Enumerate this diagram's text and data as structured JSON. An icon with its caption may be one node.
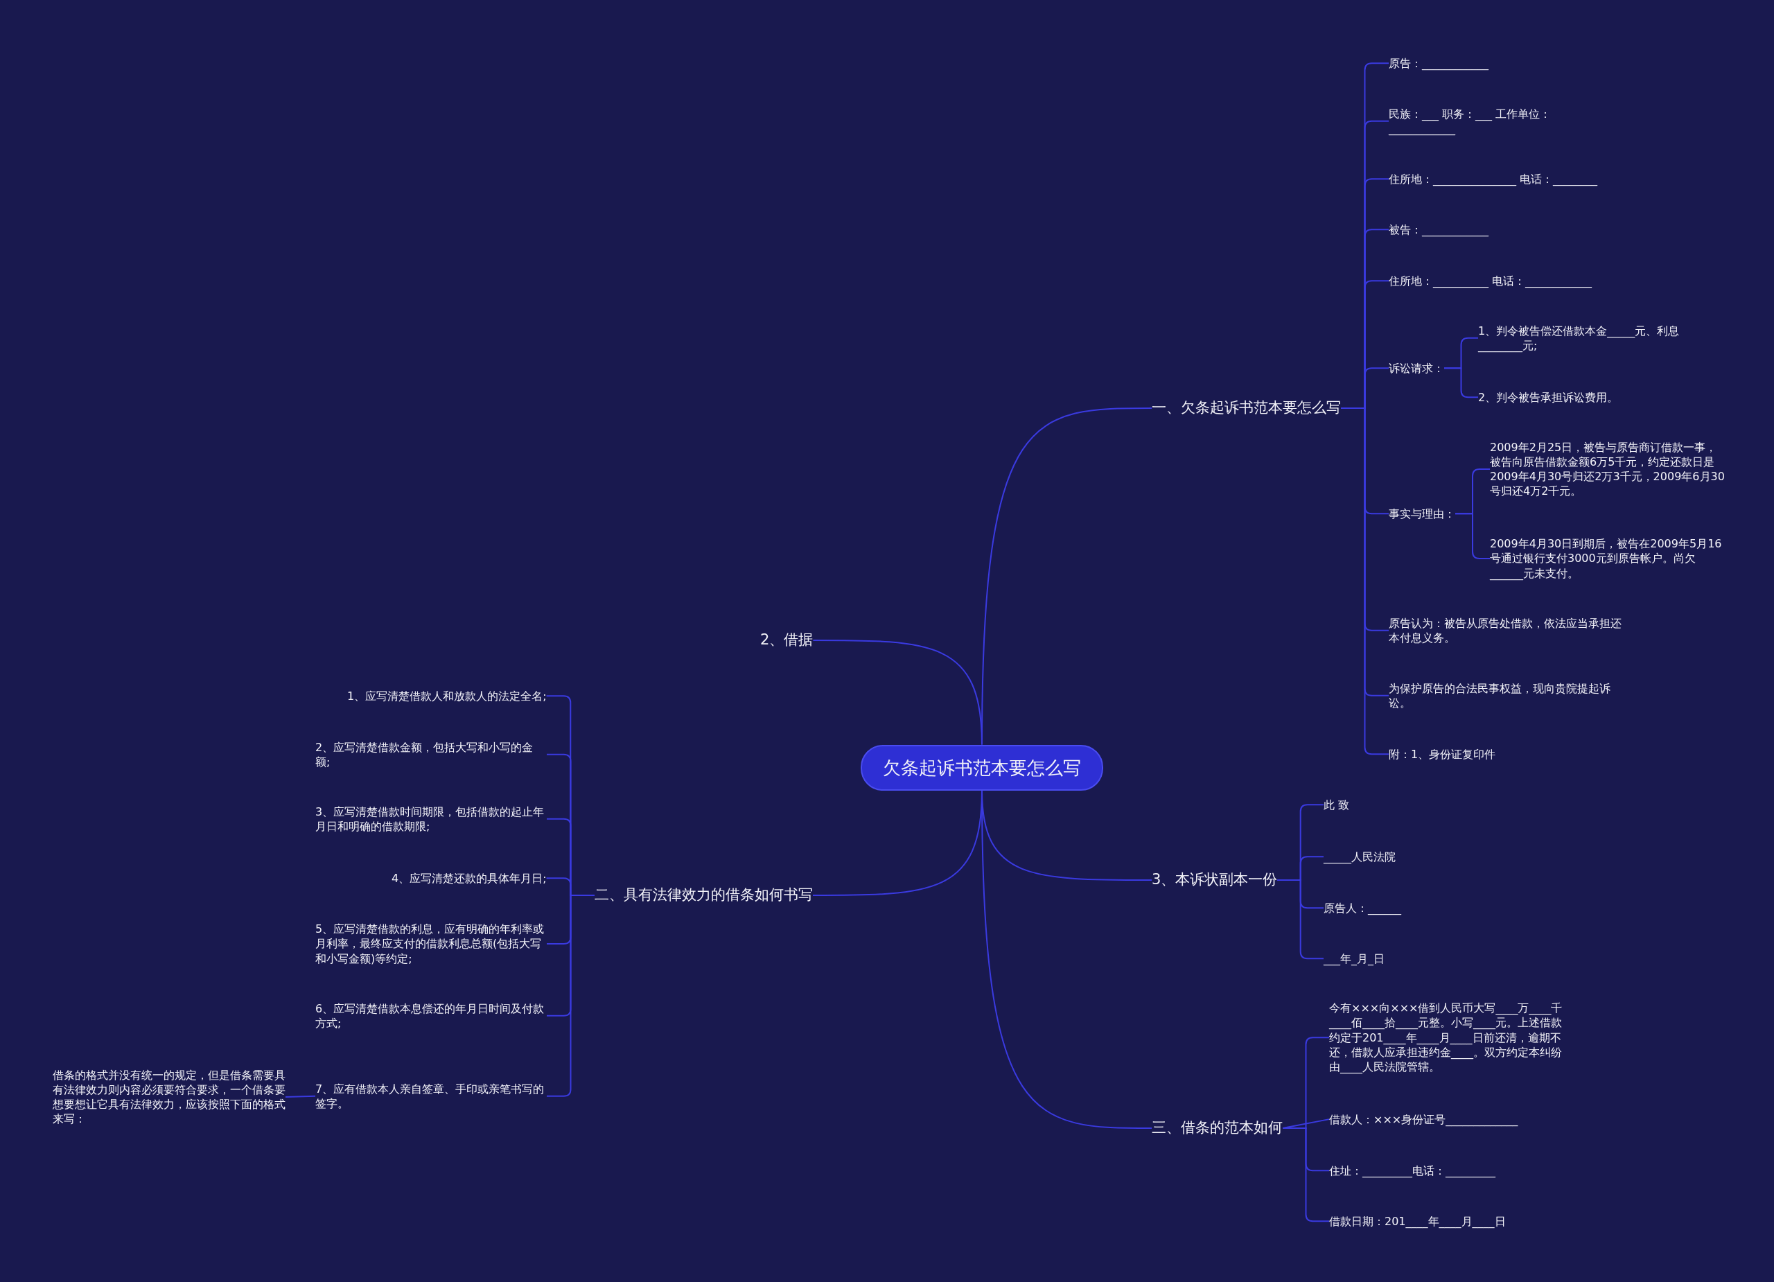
{
  "diagram": {
    "nodes": [
      {
        "text": [
          "欠条起诉书范本要怎么写"
        ]
      },
      {
        "text": [
          "一、欠条起诉书范本要怎么写"
        ]
      },
      {
        "text": [
          "原告：____________"
        ]
      },
      {
        "text": [
          "民族：___ 职务：___ 工作单位：____________"
        ]
      },
      {
        "text": [
          "住所地：_______________ 电话：________"
        ]
      },
      {
        "text": [
          "被告：____________"
        ]
      },
      {
        "text": [
          "住所地：__________ 电话：____________"
        ]
      },
      {
        "text": [
          "诉讼请求："
        ]
      },
      {
        "text": [
          "1、判令被告偿还借款本金_____元、利息________元;"
        ]
      },
      {
        "text": [
          "2、判令被告承担诉讼费用。"
        ]
      },
      {
        "text": [
          "事实与理由："
        ]
      },
      {
        "text": [
          "2009年2月25日，被告与原告商订借款一事，被告向原告借款金额6万5千元，约定还款日是2009年4月30号归还2万3千元，2009年6月30号归还4万2千元。"
        ]
      },
      {
        "text": [
          "2009年4月30日到期后，被告在2009年5月16号通过银行支付3000元到原告帐户。尚欠______元未支付。"
        ]
      },
      {
        "text": [
          "原告认为：被告从原告处借款，依法应当承担还本付息义务。"
        ]
      },
      {
        "text": [
          "为保护原告的合法民事权益，现向贵院提起诉讼。"
        ]
      },
      {
        "text": [
          "附：1、身份证复印件"
        ]
      },
      {
        "text": [
          "2、借据"
        ]
      },
      {
        "text": [
          "二、具有法律效力的借条如何书写"
        ]
      },
      {
        "text": [
          "1、应写清楚借款人和放款人的法定全名;"
        ]
      },
      {
        "text": [
          "2、应写清楚借款金额，包括大写和小写的金额;"
        ]
      },
      {
        "text": [
          "3、应写清楚借款时间期限，包括借款的起止年月日和明确的借款期限;"
        ]
      },
      {
        "text": [
          "4、应写清楚还款的具体年月日;"
        ]
      },
      {
        "text": [
          "5、应写清楚借款的利息，应有明确的年利率或月利率，最终应支付的借款利息总额(包括大写和小写金额)等约定;"
        ]
      },
      {
        "text": [
          "6、应写清楚借款本息偿还的年月日时间及付款方式;"
        ]
      },
      {
        "text": [
          "7、应有借款本人亲自签章、手印或亲笔书写的签字。"
        ]
      },
      {
        "text": [
          "借条的格式并没有统一的规定，但是借条需要具有法律效力则内容必须要符合要求，一个借条要想要想让它具有法律效力，应该按照下面的格式来写："
        ]
      },
      {
        "text": [
          "3、本诉状副本一份"
        ]
      },
      {
        "text": [
          "此 致"
        ]
      },
      {
        "text": [
          "_____人民法院"
        ]
      },
      {
        "text": [
          "原告人：______"
        ]
      },
      {
        "text": [
          "___年_月_日"
        ]
      },
      {
        "text": [
          "三、借条的范本如何"
        ]
      },
      {
        "text": [
          "今有×××向×××借到人民币大写____万____千____佰____拾____元整。小写____元。上述借款约定于201____年____月____日前还清，逾期不还，借款人应承担违约金____。双方约定本纠纷由____人民法院管辖。"
        ]
      },
      {
        "text": [
          "借款人：×××身份证号_____________"
        ]
      },
      {
        "text": [
          "住址：_________电话：_________"
        ]
      },
      {
        "text": [
          "借款日期：201____年____月____日"
        ]
      }
    ],
    "edges": [
      {
        "from": 0,
        "to": 1,
        "arrow": "none"
      },
      {
        "from": 1,
        "to": 2,
        "arrow": "none"
      },
      {
        "from": 1,
        "to": 3,
        "arrow": "none"
      },
      {
        "from": 1,
        "to": 4,
        "arrow": "none"
      },
      {
        "from": 1,
        "to": 5,
        "arrow": "none"
      },
      {
        "from": 1,
        "to": 6,
        "arrow": "none"
      },
      {
        "from": 1,
        "to": 7,
        "arrow": "none"
      },
      {
        "from": 7,
        "to": 8,
        "arrow": "none"
      },
      {
        "from": 7,
        "to": 9,
        "arrow": "none"
      },
      {
        "from": 1,
        "to": 10,
        "arrow": "none"
      },
      {
        "from": 10,
        "to": 11,
        "arrow": "none"
      },
      {
        "from": 10,
        "to": 12,
        "arrow": "none"
      },
      {
        "from": 1,
        "to": 13,
        "arrow": "none"
      },
      {
        "from": 1,
        "to": 14,
        "arrow": "none"
      },
      {
        "from": 1,
        "to": 15,
        "arrow": "none"
      },
      {
        "from": 0,
        "to": 16,
        "arrow": "none"
      },
      {
        "from": 0,
        "to": 17,
        "arrow": "none"
      },
      {
        "from": 17,
        "to": 18,
        "arrow": "none"
      },
      {
        "from": 17,
        "to": 19,
        "arrow": "none"
      },
      {
        "from": 17,
        "to": 20,
        "arrow": "none"
      },
      {
        "from": 17,
        "to": 21,
        "arrow": "none"
      },
      {
        "from": 17,
        "to": 22,
        "arrow": "none"
      },
      {
        "from": 17,
        "to": 23,
        "arrow": "none"
      },
      {
        "from": 17,
        "to": 24,
        "arrow": "none"
      },
      {
        "from": 24,
        "to": 25,
        "arrow": "none"
      },
      {
        "from": 0,
        "to": 26,
        "arrow": "none"
      },
      {
        "from": 26,
        "to": 27,
        "arrow": "none"
      },
      {
        "from": 26,
        "to": 28,
        "arrow": "none"
      },
      {
        "from": 26,
        "to": 29,
        "arrow": "none"
      },
      {
        "from": 26,
        "to": 30,
        "arrow": "none"
      },
      {
        "from": 0,
        "to": 31,
        "arrow": "none"
      },
      {
        "from": 31,
        "to": 32,
        "arrow": "none"
      },
      {
        "from": 31,
        "to": 33,
        "arrow": "none"
      },
      {
        "from": 31,
        "to": 34,
        "arrow": "none"
      },
      {
        "from": 31,
        "to": 35,
        "arrow": "none"
      }
    ]
  }
}
